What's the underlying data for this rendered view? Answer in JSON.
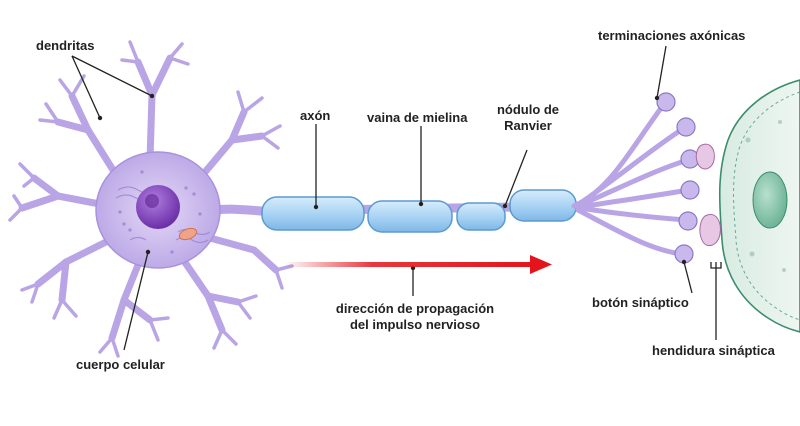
{
  "labels": {
    "dendritas": "dendritas",
    "axon": "axón",
    "vaina": "vaina de mielina",
    "nodulo_1": "nódulo de",
    "nodulo_2": "Ranvier",
    "terminaciones": "terminaciones axónicas",
    "direccion_1": "dirección de propagación",
    "direccion_2": "del impulso nervioso",
    "boton": "botón sináptico",
    "hendidura": "hendidura sináptica",
    "cuerpo": "cuerpo celular"
  },
  "colors": {
    "neuron_fill": "#c9b8ec",
    "neuron_stroke": "#8b78c6",
    "nucleus": "#8e4fc9",
    "myelin_fill": "#a9d4f5",
    "myelin_stroke": "#5b9ad0",
    "arrow": "#e3141b",
    "target_cell": "#e4f1ea",
    "target_stroke": "#3c8c70",
    "target_nucleus": "#8ec9b0"
  },
  "icons": {
    "neuron": "neuron-illustration",
    "target_cell": "postsynaptic-cell",
    "direction_arrow": "red-arrow-right"
  }
}
